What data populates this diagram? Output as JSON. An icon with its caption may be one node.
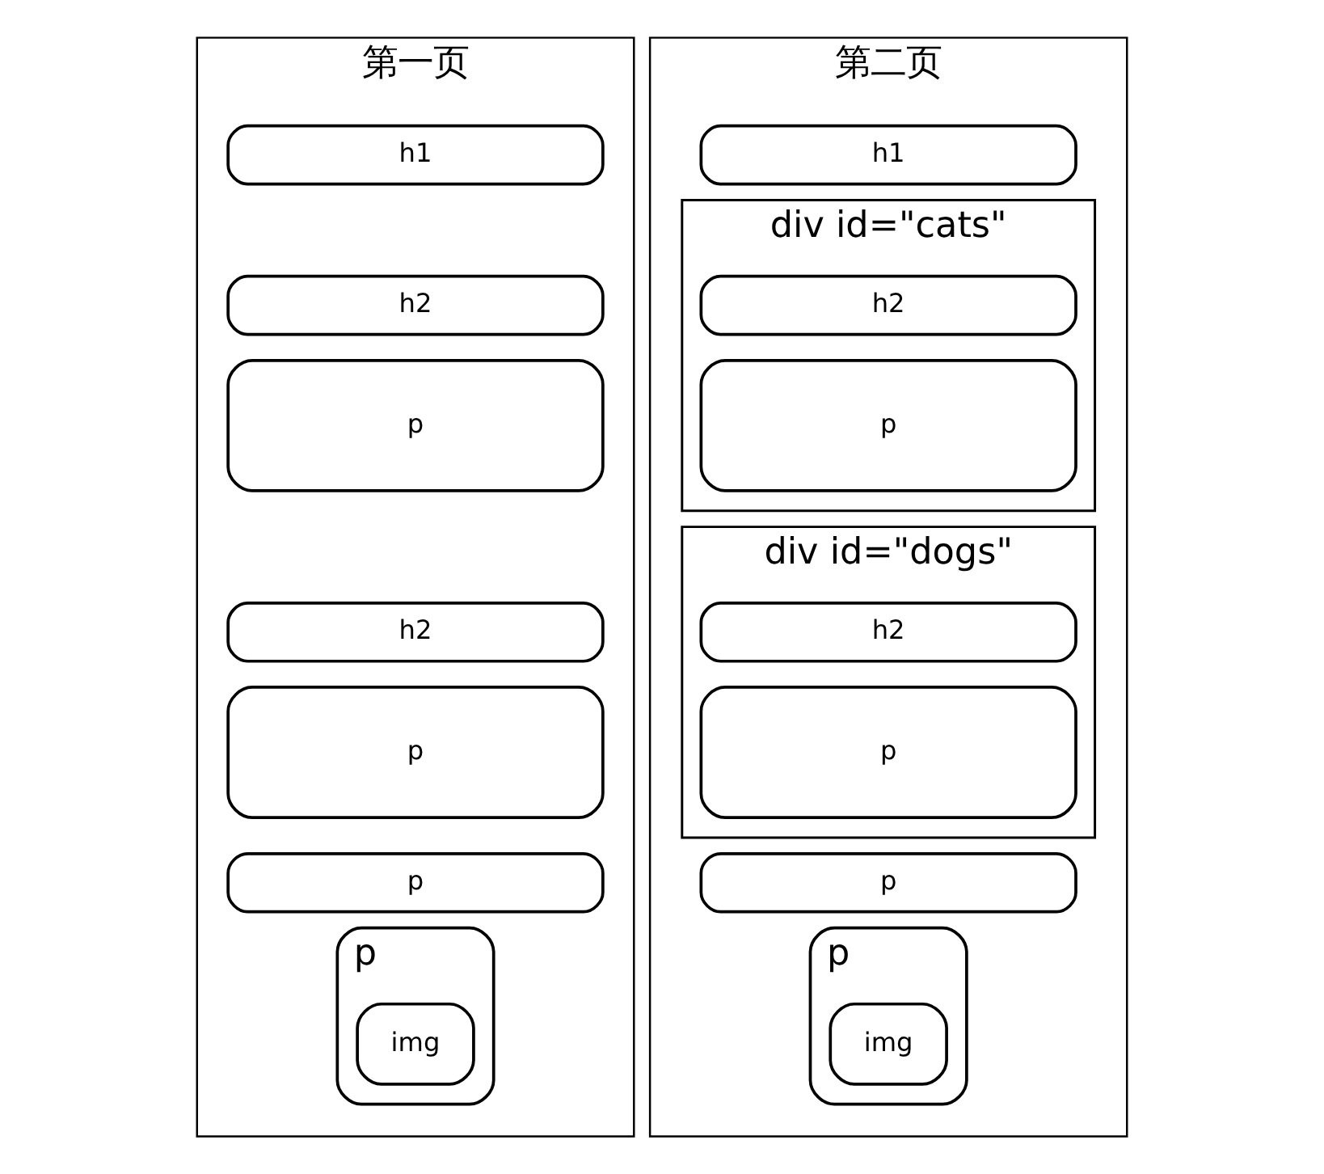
{
  "diagram": {
    "nodes": [
      {
        "text": [
          "第一页"
        ]
      },
      {
        "text": [
          "h1"
        ],
        "in": 0
      },
      {
        "text": [
          "h2"
        ],
        "in": 0
      },
      {
        "text": [
          "p"
        ],
        "in": 0
      },
      {
        "text": [
          "h2"
        ],
        "in": 0
      },
      {
        "text": [
          "p"
        ],
        "in": 0
      },
      {
        "text": [
          "p"
        ],
        "in": 0
      },
      {
        "text": [
          "p"
        ],
        "in": 0
      },
      {
        "text": [
          "img"
        ],
        "in": 7
      },
      {
        "text": [
          "第二页"
        ]
      },
      {
        "text": [
          "h1"
        ],
        "in": 9
      },
      {
        "text": [
          "div id=\"cats\""
        ],
        "in": 9
      },
      {
        "text": [
          "h2"
        ],
        "in": 11
      },
      {
        "text": [
          "p"
        ],
        "in": 11
      },
      {
        "text": [
          "div id=\"dogs\""
        ],
        "in": 9
      },
      {
        "text": [
          "h2"
        ],
        "in": 14
      },
      {
        "text": [
          "p"
        ],
        "in": 14
      },
      {
        "text": [
          "p"
        ],
        "in": 9
      },
      {
        "text": [
          "p"
        ],
        "in": 9
      },
      {
        "text": [
          "img"
        ],
        "in": 18
      }
    ],
    "edges": []
  }
}
